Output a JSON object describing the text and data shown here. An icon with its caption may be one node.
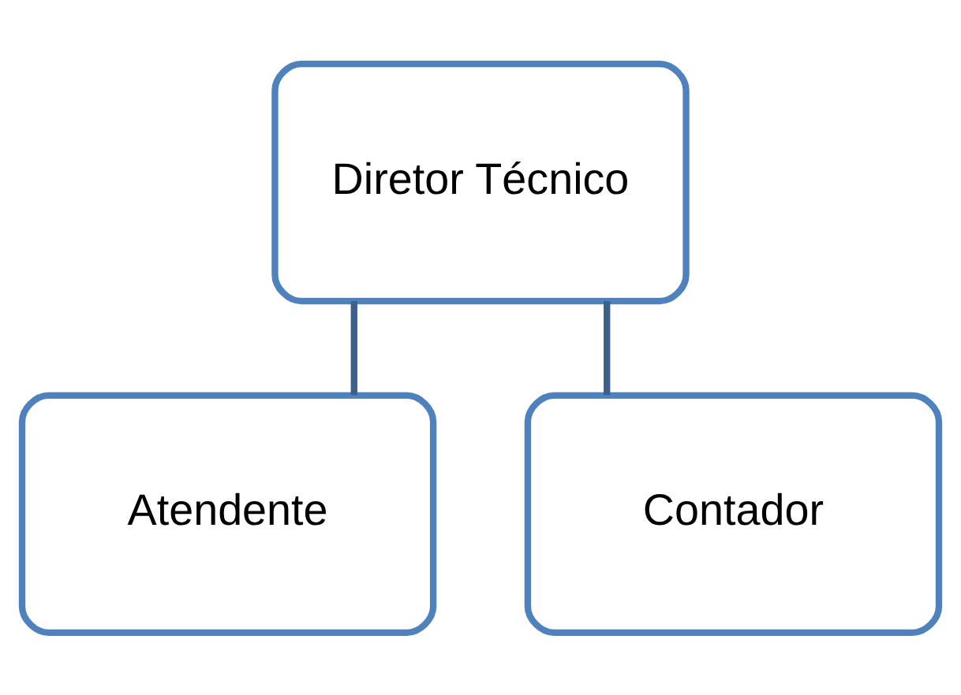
{
  "diagram": {
    "nodes": [
      {
        "text": [
          "Diretor Técnico"
        ]
      },
      {
        "text": [
          "Atendente"
        ]
      },
      {
        "text": [
          "Contador"
        ]
      }
    ],
    "edges": [
      {
        "from": 0,
        "to": 1,
        "arrow": "none"
      },
      {
        "from": 0,
        "to": 2,
        "arrow": "none"
      }
    ]
  }
}
